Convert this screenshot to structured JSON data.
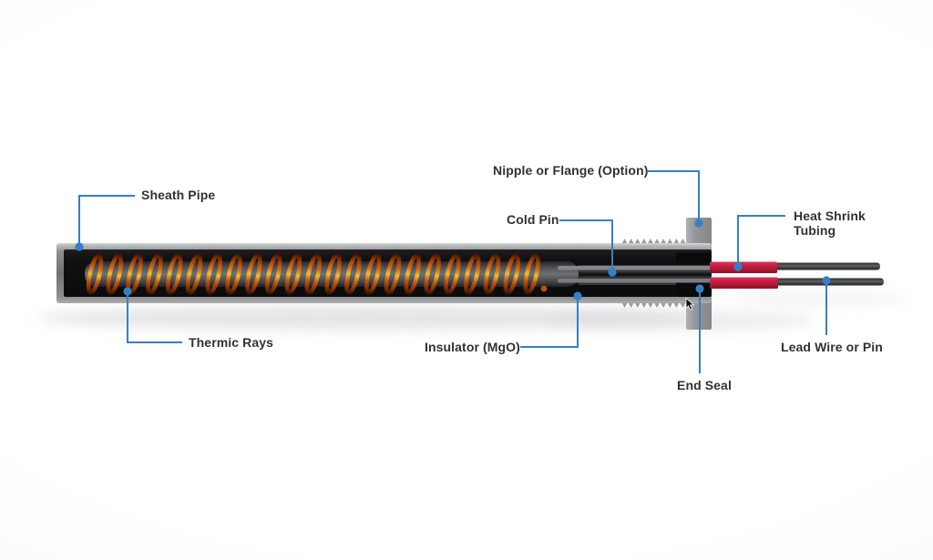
{
  "labels": {
    "sheath_pipe": "Sheath Pipe",
    "thermic_rays": "Thermic Rays",
    "cold_pin": "Cold Pin",
    "insulator": "Insulator (MgO)",
    "nipple": "Nipple or Flange (Option)",
    "heat_shrink": "Heat Shrink Tubing",
    "end_seal": "End Seal",
    "lead_wire": "Lead Wire or Pin"
  },
  "colors": {
    "leader_blue": "#3580c4",
    "label_text": "#2e3237",
    "heat_shrink_red": "#c21f40",
    "coil_copper": "#c05a10",
    "coil_highlight": "#f0c030",
    "sheath_gray": "#909396",
    "insulator_core_gray": "#6e7073",
    "wire_gray": "#3a3c3e",
    "background": "#ffffff"
  },
  "diagram": {
    "coil_turns": 23
  }
}
